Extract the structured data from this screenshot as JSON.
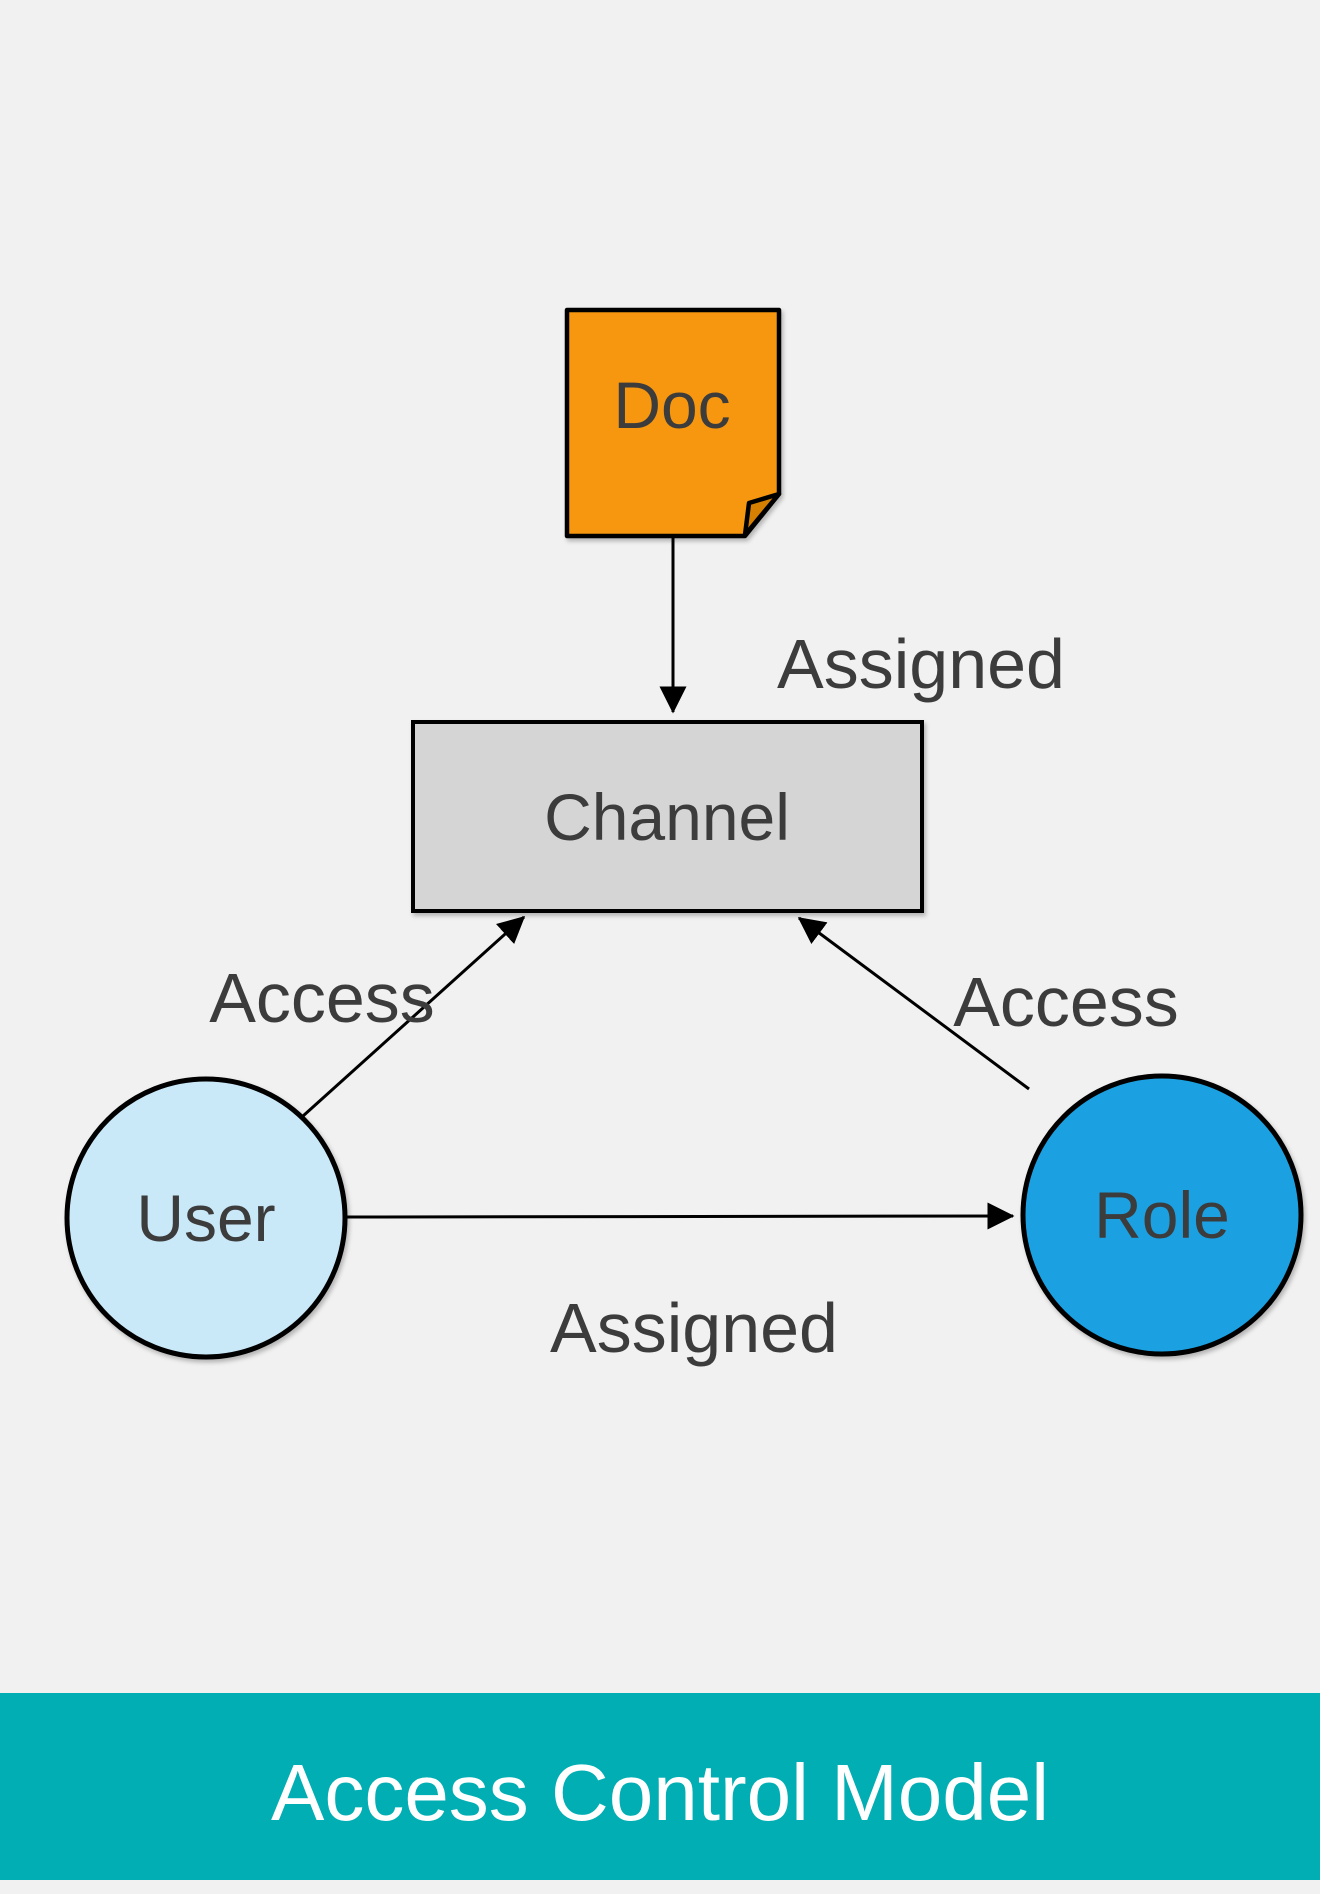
{
  "banner": {
    "title": "Access Control Model"
  },
  "colors": {
    "background": "#F1F1F1",
    "stroke": "#000000",
    "label": "#3C3C3C",
    "doc_fill": "#F7970F",
    "doc_fold_fill": "#D77F00",
    "channel_fill": "#D5D5D5",
    "user_fill": "#C9E8F8",
    "role_fill": "#1BA1E2",
    "banner_fill": "#00AEB3",
    "banner_text": "#FFFFFF"
  },
  "nodes": {
    "doc": {
      "label": "Doc"
    },
    "channel": {
      "label": "Channel"
    },
    "user": {
      "label": "User"
    },
    "role": {
      "label": "Role"
    }
  },
  "edges": {
    "doc_to_channel": {
      "label": "Assigned"
    },
    "user_to_channel": {
      "label": "Access"
    },
    "role_to_channel": {
      "label": "Access"
    },
    "user_to_role": {
      "label": "Assigned"
    }
  }
}
